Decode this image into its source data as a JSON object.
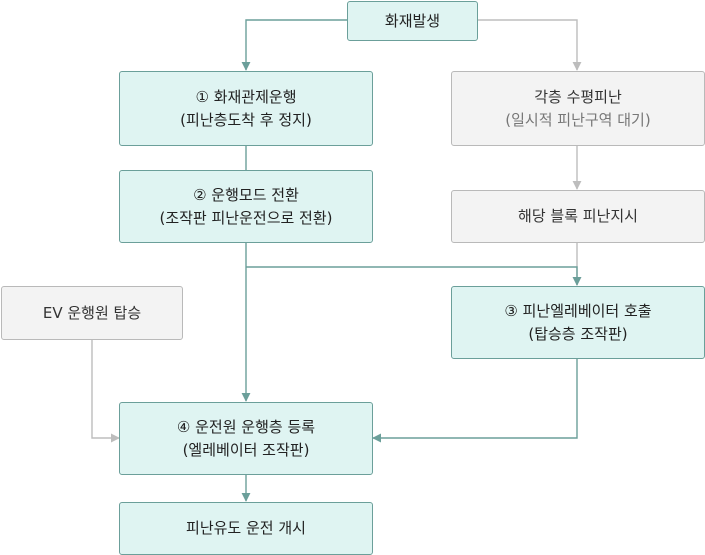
{
  "nodes": {
    "fire": {
      "line1": "화재발생"
    },
    "step1": {
      "line1": "① 화재관제운행",
      "line2": "(피난층도착 후 정지)"
    },
    "horizontal": {
      "line1": "각층 수평피난",
      "line2": "(일시적 피난구역 대기)"
    },
    "step2": {
      "line1": "② 운행모드 전환",
      "line2": "(조작판 피난운전으로 전환)"
    },
    "block": {
      "line1": "해당 블록 피난지시"
    },
    "step3": {
      "line1": "③ 피난엘레베이터 호출",
      "line2": "(탑승층 조작판)"
    },
    "ev": {
      "line1": "EV 운행원 탑승"
    },
    "step4": {
      "line1": "④ 운전원 운행층 등록",
      "line2": "(엘레베이터 조작판)"
    },
    "final": {
      "line1": "피난유도 운전 개시"
    }
  },
  "colors": {
    "teal_fill": "#dff4f2",
    "teal_border": "#6b9f9a",
    "teal_line": "#6b9f9a",
    "gray_fill": "#f3f3f3",
    "gray_border": "#b9b9b9",
    "gray_line": "#bdbdbd"
  }
}
